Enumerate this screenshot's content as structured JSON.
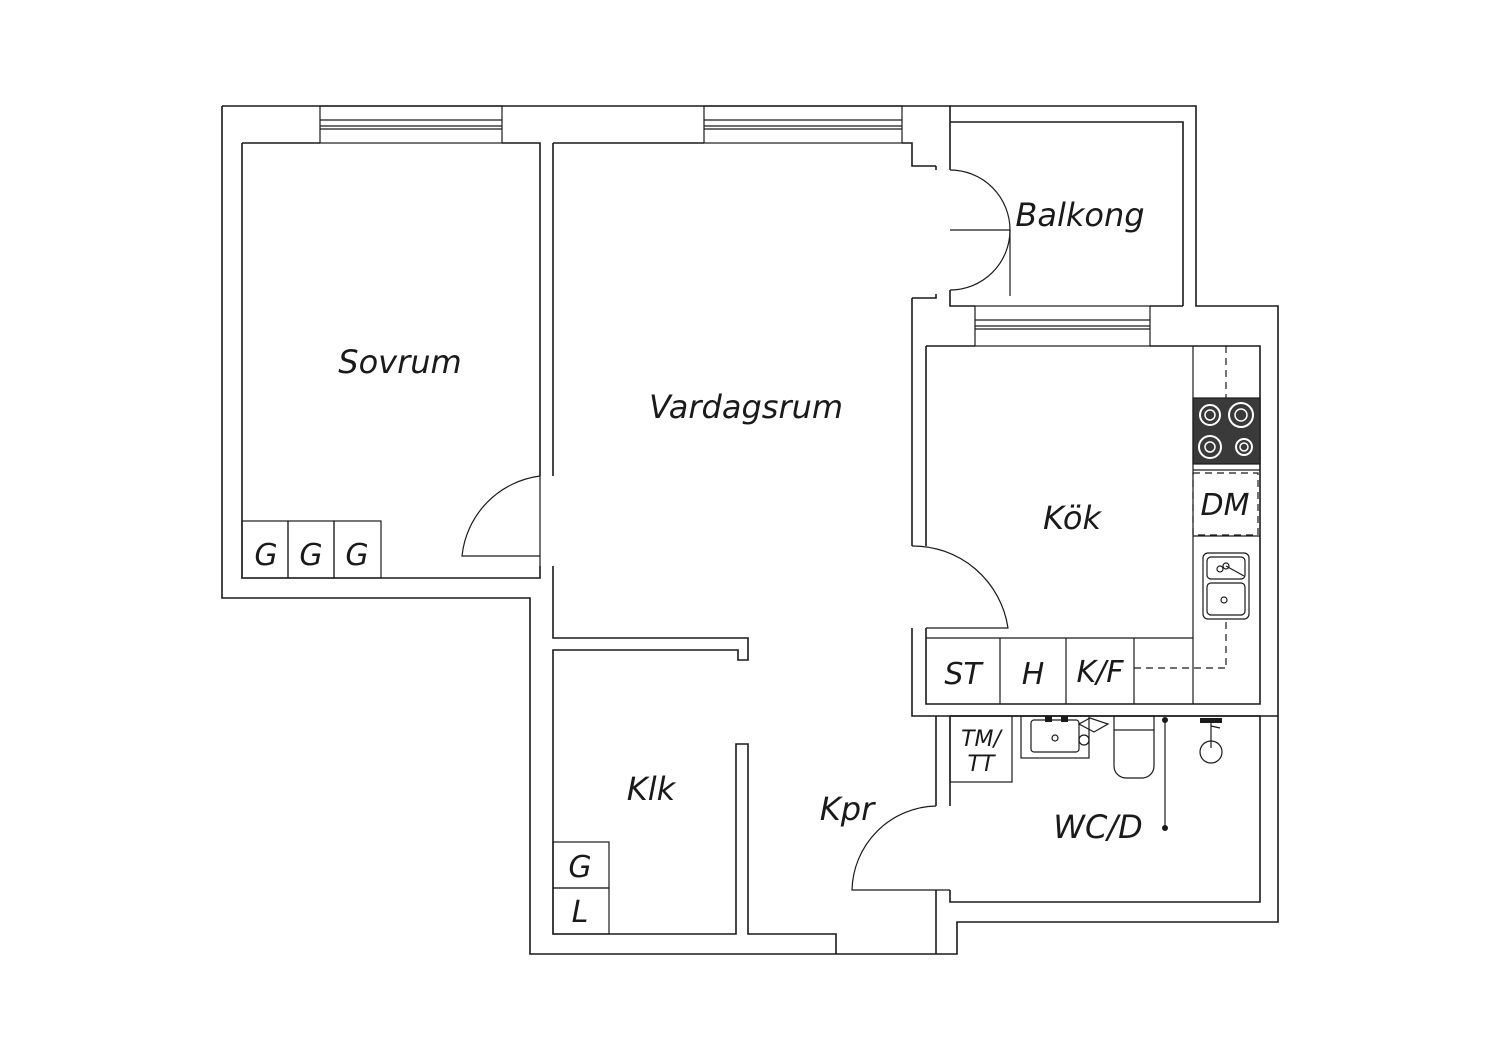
{
  "rooms": {
    "bedroom": "Sovrum",
    "living": "Vardagsrum",
    "balcony": "Balkong",
    "kitchen": "Kök",
    "closet": "Klk",
    "hall": "Kpr",
    "bathroom": "WC/D"
  },
  "fixtures": {
    "wardrobe": "G",
    "linen": "L",
    "dishwasher": "DM",
    "storage": "ST",
    "shelf": "H",
    "fridge_freezer": "K/F",
    "washer_top": "TM/",
    "dryer_bottom": "TT"
  },
  "colors": {
    "line": "#1a1a1a",
    "background": "#ffffff",
    "stove": "#3a3a3a"
  }
}
